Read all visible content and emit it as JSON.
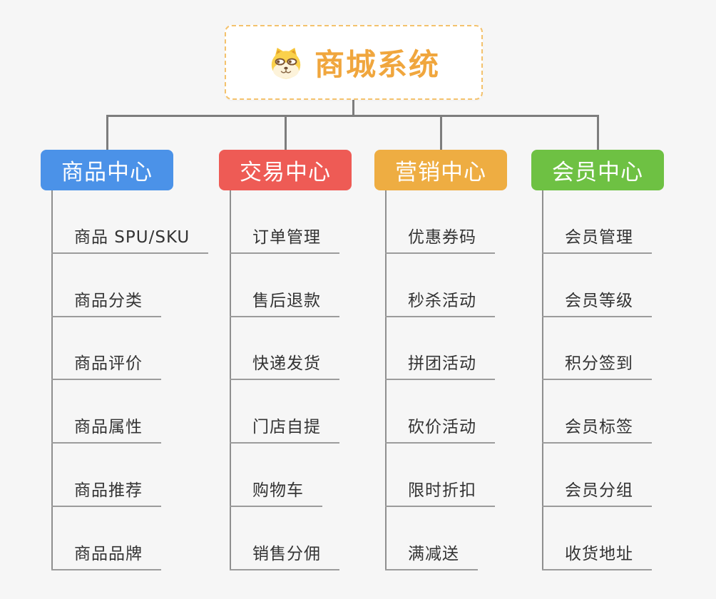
{
  "root": {
    "title": "商城系统",
    "icon": "shiba-dog-icon"
  },
  "branches": [
    {
      "label": "商品中心",
      "color": "#4b92e8",
      "children": [
        "商品 SPU/SKU",
        "商品分类",
        "商品评价",
        "商品属性",
        "商品推荐",
        "商品品牌"
      ]
    },
    {
      "label": "交易中心",
      "color": "#ee5b55",
      "children": [
        "订单管理",
        "售后退款",
        "快递发货",
        "门店自提",
        "购物车",
        "销售分佣"
      ]
    },
    {
      "label": "营销中心",
      "color": "#eead42",
      "children": [
        "优惠券码",
        "秒杀活动",
        "拼团活动",
        "砍价活动",
        "限时折扣",
        "满减送"
      ]
    },
    {
      "label": "会员中心",
      "color": "#6ec143",
      "children": [
        "会员管理",
        "会员等级",
        "积分签到",
        "会员标签",
        "会员分组",
        "收货地址"
      ]
    }
  ],
  "colors": {
    "background": "#f6f6f6",
    "root_border": "#f4c26d",
    "root_text": "#f0a63d",
    "connector": "#7d7d7d",
    "child_underline": "#9c9c9c",
    "child_text": "#333333"
  }
}
